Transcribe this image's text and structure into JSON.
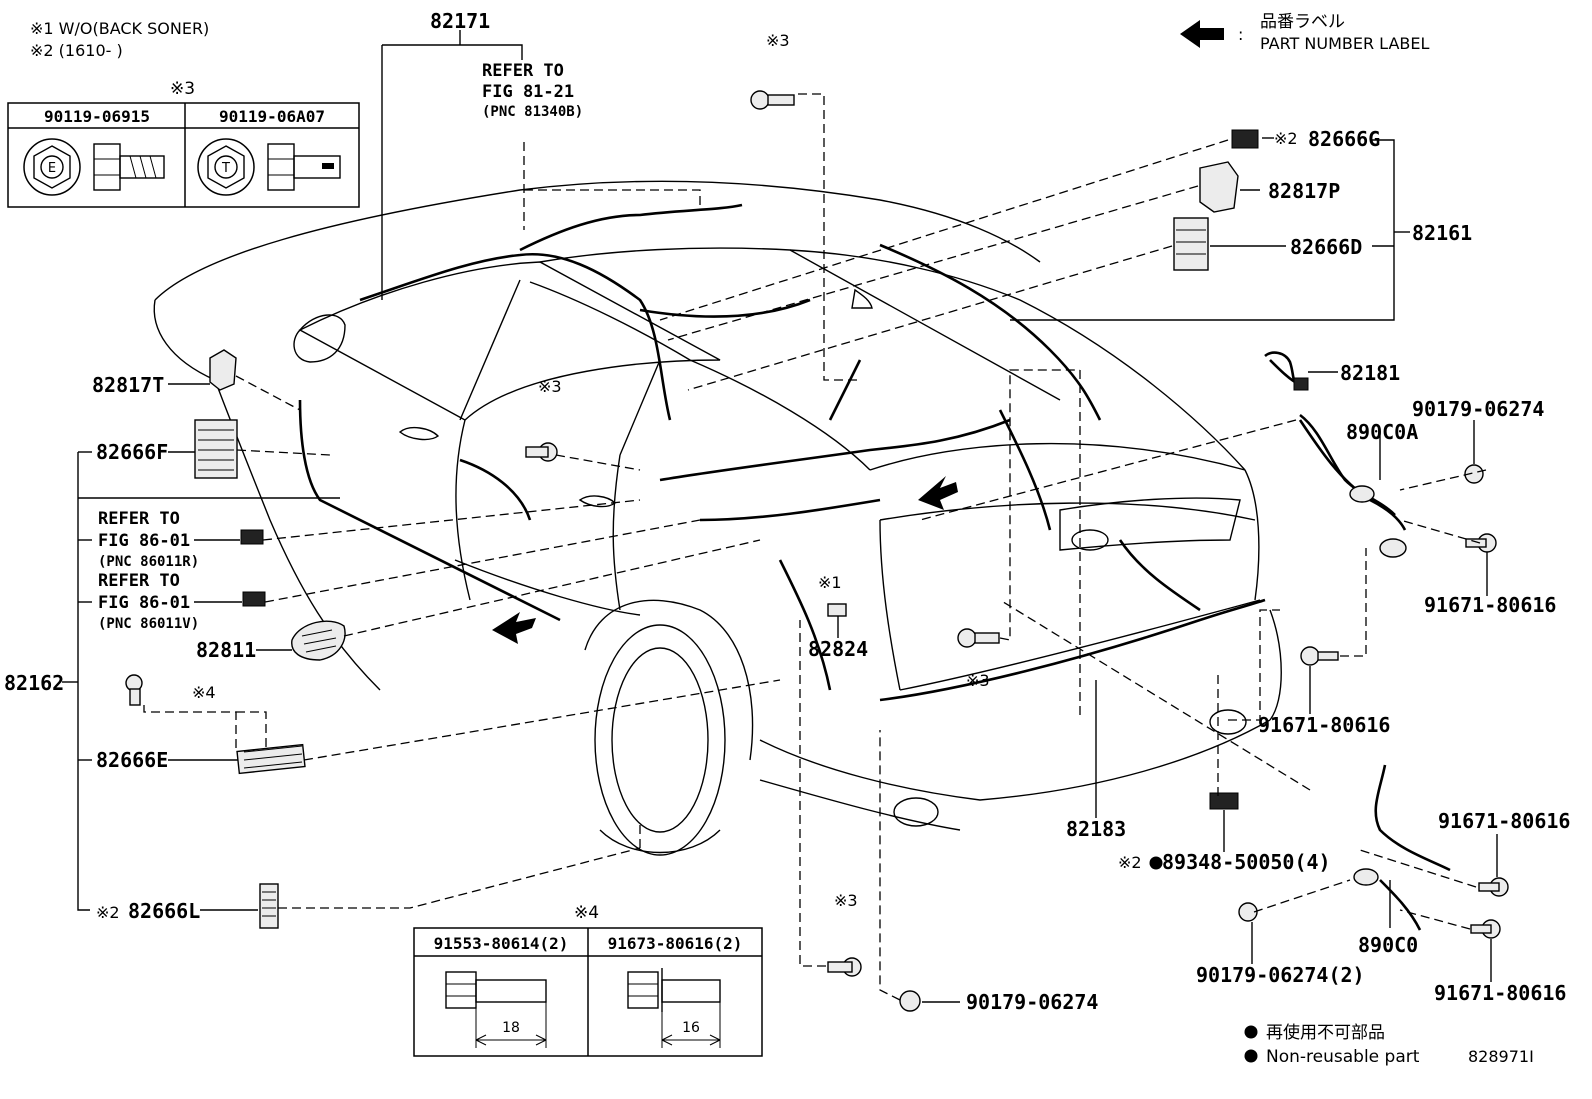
{
  "notes": {
    "note1": "※1 W/O(BACK SONER)",
    "note2": "※2 (1610-      )"
  },
  "legend_label": {
    "jp": "品番ラベル",
    "sep": ":",
    "en": "PART NUMBER LABEL"
  },
  "bolt_table_3": {
    "marker": "※3",
    "cols": [
      {
        "part": "90119-06915",
        "head_letter": "E"
      },
      {
        "part": "90119-06A07",
        "head_letter": "T"
      }
    ]
  },
  "bolt_table_4": {
    "marker": "※4",
    "cols": [
      {
        "part": "91553-80614(2)",
        "dim": "18"
      },
      {
        "part": "91673-80616(2)",
        "dim": "16"
      }
    ]
  },
  "refs": {
    "ref_81_21": {
      "l1": "REFER TO",
      "l2": "FIG 81-21",
      "l3": "(PNC 81340B)"
    },
    "ref_86_01_r": {
      "l1": "REFER TO",
      "l2": "FIG 86-01",
      "l3": "(PNC 86011R)"
    },
    "ref_86_01_v": {
      "l1": "REFER TO",
      "l2": "FIG 86-01",
      "l3": "(PNC 86011V)"
    }
  },
  "parts": {
    "p82171": "82171",
    "p82162": "82162",
    "p82161": "82161",
    "p82666G": "82666G",
    "p82817P": "82817P",
    "p82666D": "82666D",
    "p82181": "82181",
    "p890C0A": "890C0A",
    "p90179_a": "90179-06274",
    "p91671_a": "91671-80616",
    "p91671_b": "91671-80616",
    "p91671_c": "91671-80616",
    "p91671_d": "91671-80616",
    "p890C0": "890C0",
    "p90179_b": "90179-06274(2)",
    "p89348": "89348-50050(4)",
    "p82183": "82183",
    "p82824": "82824",
    "p90179_c": "90179-06274",
    "p82817T": "82817T",
    "p82666F": "82666F",
    "p82811": "82811",
    "p82666E": "82666E",
    "p82666L": "82666L"
  },
  "markers": {
    "m3_top": "※3",
    "m3_center": "※3",
    "m3_bottom": "※3",
    "m3_low": "※3",
    "m2_82666G": "※2",
    "m2_89348": "※2",
    "m2_82666L": "※2",
    "m1_82824": "※1",
    "m4_bolt": "※4"
  },
  "footer": {
    "jp": "再使用不可部品",
    "en": "Non-reusable part",
    "code": "828971I"
  }
}
